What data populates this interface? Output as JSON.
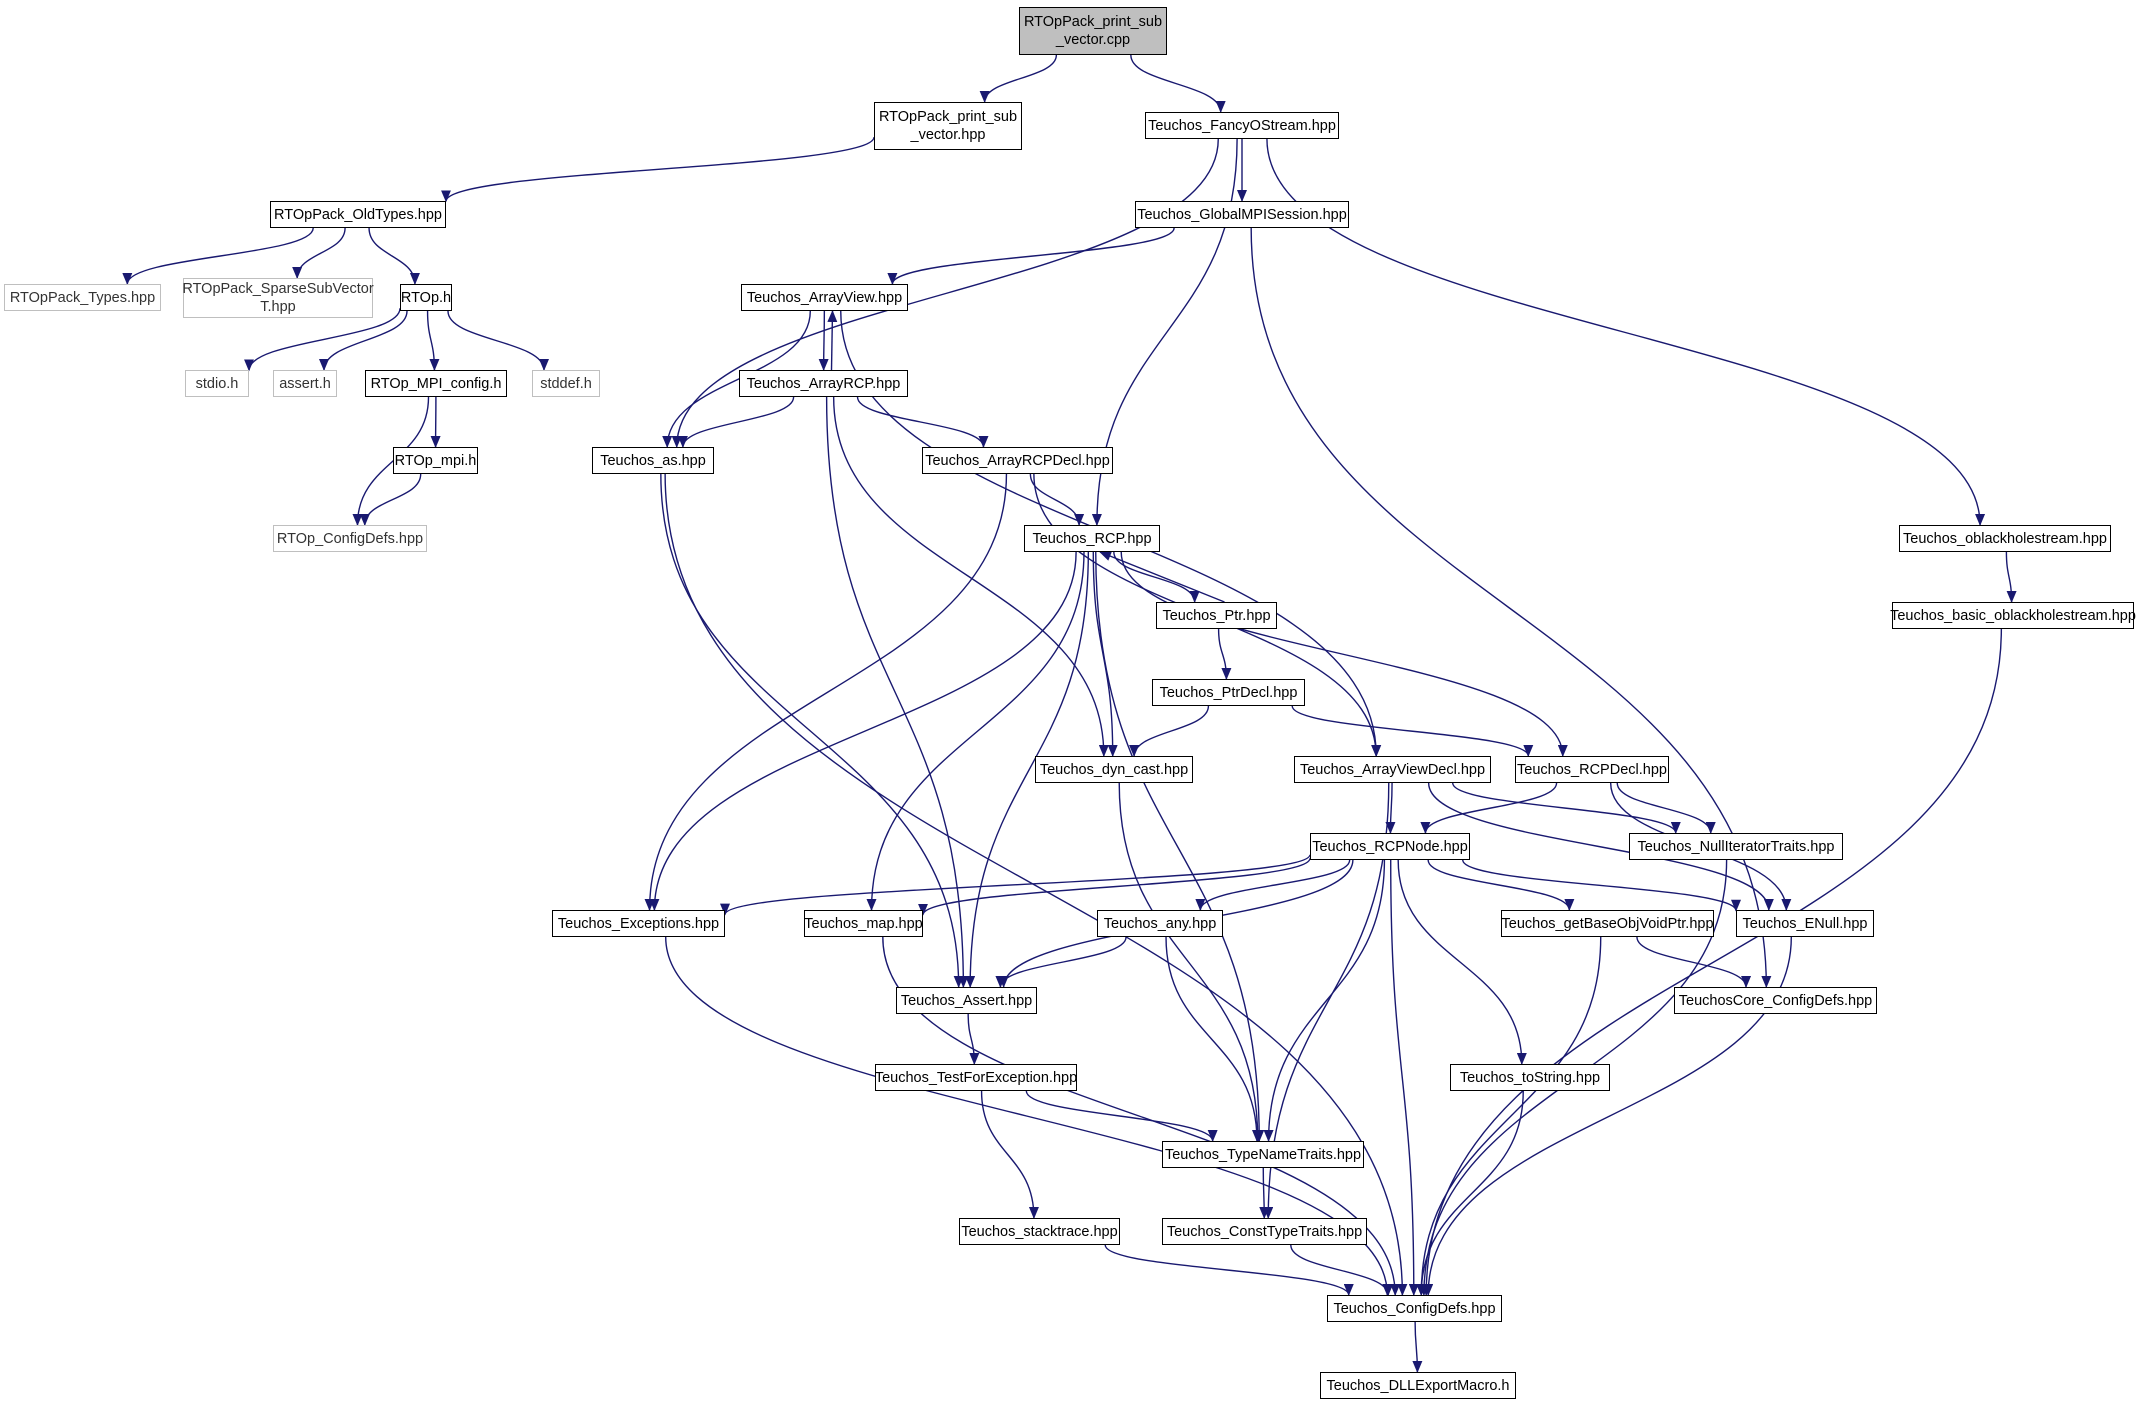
{
  "colors": {
    "edge": "#191970",
    "root_fill": "#bfbfbf",
    "external_border": "#bfbfbf"
  },
  "nodes": [
    {
      "id": "root",
      "label": "RTOpPack_print_sub\n_vector.cpp",
      "kind": "root"
    },
    {
      "id": "print_hpp",
      "label": "RTOpPack_print_sub\n_vector.hpp",
      "kind": "normal"
    },
    {
      "id": "fancy",
      "label": "Teuchos_FancyOStream.hpp",
      "kind": "normal"
    },
    {
      "id": "oldtypes",
      "label": "RTOpPack_OldTypes.hpp",
      "kind": "normal"
    },
    {
      "id": "globalmpi",
      "label": "Teuchos_GlobalMPISession.hpp",
      "kind": "normal"
    },
    {
      "id": "rtoppack_types",
      "label": "RTOpPack_Types.hpp",
      "kind": "external"
    },
    {
      "id": "sparse",
      "label": "RTOpPack_SparseSubVector\nT.hpp",
      "kind": "external"
    },
    {
      "id": "rtop_h",
      "label": "RTOp.h",
      "kind": "normal"
    },
    {
      "id": "arrayview",
      "label": "Teuchos_ArrayView.hpp",
      "kind": "normal"
    },
    {
      "id": "stdio",
      "label": "stdio.h",
      "kind": "external"
    },
    {
      "id": "assert_h",
      "label": "assert.h",
      "kind": "external"
    },
    {
      "id": "mpi_config",
      "label": "RTOp_MPI_config.h",
      "kind": "normal"
    },
    {
      "id": "stddef",
      "label": "stddef.h",
      "kind": "external"
    },
    {
      "id": "arrayrcp",
      "label": "Teuchos_ArrayRCP.hpp",
      "kind": "normal"
    },
    {
      "id": "rtop_mpi",
      "label": "RTOp_mpi.h",
      "kind": "normal"
    },
    {
      "id": "as",
      "label": "Teuchos_as.hpp",
      "kind": "normal"
    },
    {
      "id": "arrayrcpdecl",
      "label": "Teuchos_ArrayRCPDecl.hpp",
      "kind": "normal"
    },
    {
      "id": "rtop_configdefs",
      "label": "RTOp_ConfigDefs.hpp",
      "kind": "external"
    },
    {
      "id": "rcp",
      "label": "Teuchos_RCP.hpp",
      "kind": "normal"
    },
    {
      "id": "oblackhole",
      "label": "Teuchos_oblackholestream.hpp",
      "kind": "normal"
    },
    {
      "id": "basic_oblackhole",
      "label": "Teuchos_basic_oblackholestream.hpp",
      "kind": "normal"
    },
    {
      "id": "ptr",
      "label": "Teuchos_Ptr.hpp",
      "kind": "normal"
    },
    {
      "id": "ptrdecl",
      "label": "Teuchos_PtrDecl.hpp",
      "kind": "normal"
    },
    {
      "id": "dyncast",
      "label": "Teuchos_dyn_cast.hpp",
      "kind": "normal"
    },
    {
      "id": "arrayviewdecl",
      "label": "Teuchos_ArrayViewDecl.hpp",
      "kind": "normal"
    },
    {
      "id": "rcpdecl",
      "label": "Teuchos_RCPDecl.hpp",
      "kind": "normal"
    },
    {
      "id": "rcpnode",
      "label": "Teuchos_RCPNode.hpp",
      "kind": "normal"
    },
    {
      "id": "nulliter",
      "label": "Teuchos_NullIteratorTraits.hpp",
      "kind": "normal"
    },
    {
      "id": "exceptions",
      "label": "Teuchos_Exceptions.hpp",
      "kind": "normal"
    },
    {
      "id": "map",
      "label": "Teuchos_map.hpp",
      "kind": "normal"
    },
    {
      "id": "any",
      "label": "Teuchos_any.hpp",
      "kind": "normal"
    },
    {
      "id": "getbase",
      "label": "Teuchos_getBaseObjVoidPtr.hpp",
      "kind": "normal"
    },
    {
      "id": "enull",
      "label": "Teuchos_ENull.hpp",
      "kind": "normal"
    },
    {
      "id": "assert_hpp",
      "label": "Teuchos_Assert.hpp",
      "kind": "normal"
    },
    {
      "id": "corecfg",
      "label": "TeuchosCore_ConfigDefs.hpp",
      "kind": "normal"
    },
    {
      "id": "testforexc",
      "label": "Teuchos_TestForException.hpp",
      "kind": "normal"
    },
    {
      "id": "tostring",
      "label": "Teuchos_toString.hpp",
      "kind": "normal"
    },
    {
      "id": "typename",
      "label": "Teuchos_TypeNameTraits.hpp",
      "kind": "normal"
    },
    {
      "id": "stacktrace",
      "label": "Teuchos_stacktrace.hpp",
      "kind": "normal"
    },
    {
      "id": "consttype",
      "label": "Teuchos_ConstTypeTraits.hpp",
      "kind": "normal"
    },
    {
      "id": "configdefs",
      "label": "Teuchos_ConfigDefs.hpp",
      "kind": "normal"
    },
    {
      "id": "dllexport",
      "label": "Teuchos_DLLExportMacro.h",
      "kind": "normal"
    }
  ],
  "edges": [
    [
      "root",
      "print_hpp"
    ],
    [
      "root",
      "fancy"
    ],
    [
      "print_hpp",
      "oldtypes"
    ],
    [
      "fancy",
      "as"
    ],
    [
      "fancy",
      "globalmpi"
    ],
    [
      "fancy",
      "rcp"
    ],
    [
      "fancy",
      "oblackhole"
    ],
    [
      "oldtypes",
      "rtoppack_types"
    ],
    [
      "oldtypes",
      "sparse"
    ],
    [
      "oldtypes",
      "rtop_h"
    ],
    [
      "globalmpi",
      "arrayview"
    ],
    [
      "globalmpi",
      "corecfg"
    ],
    [
      "rtop_h",
      "stdio"
    ],
    [
      "rtop_h",
      "assert_h"
    ],
    [
      "rtop_h",
      "mpi_config"
    ],
    [
      "rtop_h",
      "stddef"
    ],
    [
      "mpi_config",
      "rtop_mpi"
    ],
    [
      "mpi_config",
      "rtop_configdefs"
    ],
    [
      "rtop_mpi",
      "rtop_configdefs"
    ],
    [
      "arrayview",
      "arrayrcp"
    ],
    [
      "arrayview",
      "as"
    ],
    [
      "arrayview",
      "arrayviewdecl"
    ],
    [
      "arrayrcp",
      "arrayview"
    ],
    [
      "arrayrcp",
      "as"
    ],
    [
      "arrayrcp",
      "arrayrcpdecl"
    ],
    [
      "arrayrcp",
      "dyncast"
    ],
    [
      "arrayrcp",
      "assert_hpp"
    ],
    [
      "as",
      "assert_hpp"
    ],
    [
      "as",
      "configdefs"
    ],
    [
      "arrayrcpdecl",
      "rcp"
    ],
    [
      "arrayrcpdecl",
      "exceptions"
    ],
    [
      "arrayrcpdecl",
      "arrayviewdecl"
    ],
    [
      "rcp",
      "ptr"
    ],
    [
      "rcp",
      "exceptions"
    ],
    [
      "rcp",
      "map"
    ],
    [
      "rcp",
      "assert_hpp"
    ],
    [
      "rcp",
      "dyncast"
    ],
    [
      "rcp",
      "typename"
    ],
    [
      "rcp",
      "rcpdecl"
    ],
    [
      "ptr",
      "rcp"
    ],
    [
      "ptr",
      "ptrdecl"
    ],
    [
      "ptrdecl",
      "dyncast"
    ],
    [
      "ptrdecl",
      "rcpdecl"
    ],
    [
      "dyncast",
      "typename"
    ],
    [
      "arrayviewdecl",
      "rcpnode"
    ],
    [
      "arrayviewdecl",
      "nulliter"
    ],
    [
      "arrayviewdecl",
      "enull"
    ],
    [
      "arrayviewdecl",
      "consttype"
    ],
    [
      "rcpdecl",
      "rcpnode"
    ],
    [
      "rcpdecl",
      "nulliter"
    ],
    [
      "rcpdecl",
      "enull"
    ],
    [
      "rcpnode",
      "exceptions"
    ],
    [
      "rcpnode",
      "map"
    ],
    [
      "rcpnode",
      "any"
    ],
    [
      "rcpnode",
      "assert_hpp"
    ],
    [
      "rcpnode",
      "getbase"
    ],
    [
      "rcpnode",
      "enull"
    ],
    [
      "rcpnode",
      "tostring"
    ],
    [
      "rcpnode",
      "typename"
    ],
    [
      "rcpnode",
      "configdefs"
    ],
    [
      "oblackhole",
      "basic_oblackhole"
    ],
    [
      "basic_oblackhole",
      "configdefs"
    ],
    [
      "nulliter",
      "configdefs"
    ],
    [
      "exceptions",
      "configdefs"
    ],
    [
      "map",
      "configdefs"
    ],
    [
      "any",
      "assert_hpp"
    ],
    [
      "any",
      "typename"
    ],
    [
      "getbase",
      "corecfg"
    ],
    [
      "getbase",
      "configdefs"
    ],
    [
      "enull",
      "configdefs"
    ],
    [
      "assert_hpp",
      "testforexc"
    ],
    [
      "testforexc",
      "typename"
    ],
    [
      "testforexc",
      "stacktrace"
    ],
    [
      "tostring",
      "configdefs"
    ],
    [
      "typename",
      "consttype"
    ],
    [
      "stacktrace",
      "configdefs"
    ],
    [
      "consttype",
      "configdefs"
    ],
    [
      "configdefs",
      "dllexport"
    ]
  ]
}
